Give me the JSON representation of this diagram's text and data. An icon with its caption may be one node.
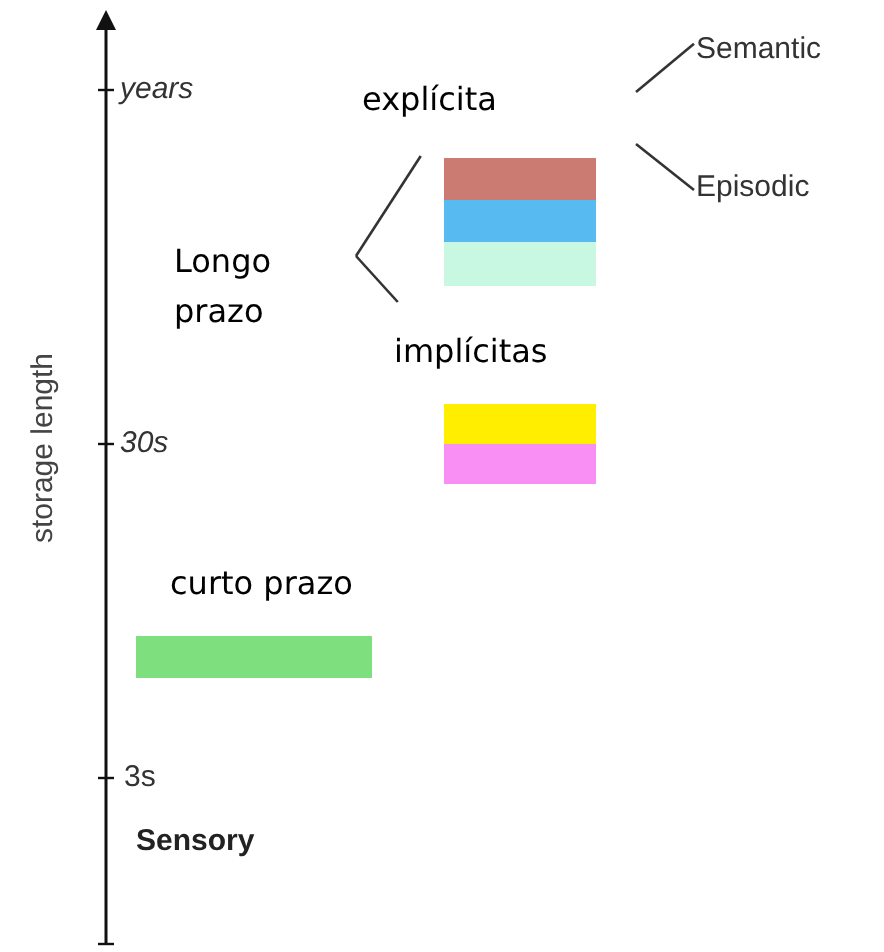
{
  "diagram": {
    "nodes": [
      {
        "text": [
          "explícita"
        ]
      },
      {
        "text": [
          "Semantic"
        ]
      },
      {
        "text": [
          "Episodic"
        ]
      },
      {
        "text": [
          "Longo prazo"
        ]
      },
      {
        "text": [],
        "shape": "bar"
      },
      {
        "text": [],
        "shape": "bar"
      },
      {
        "text": [],
        "shape": "bar"
      },
      {
        "text": [
          "implícitas"
        ]
      },
      {
        "text": [],
        "shape": "bar"
      },
      {
        "text": [],
        "shape": "bar"
      },
      {
        "text": [
          "curto prazo"
        ]
      },
      {
        "text": [],
        "shape": "bar"
      }
    ],
    "edges": [
      {
        "from": null,
        "to": 1,
        "arrow": "none"
      },
      {
        "from": null,
        "to": 2,
        "arrow": "none"
      },
      {
        "from": 3,
        "to": 0,
        "arrow": "none"
      },
      {
        "from": 3,
        "to": 7,
        "arrow": "none"
      }
    ],
    "labels": [
      "years",
      "30s",
      "3s",
      "Sensory",
      "storage length"
    ]
  }
}
